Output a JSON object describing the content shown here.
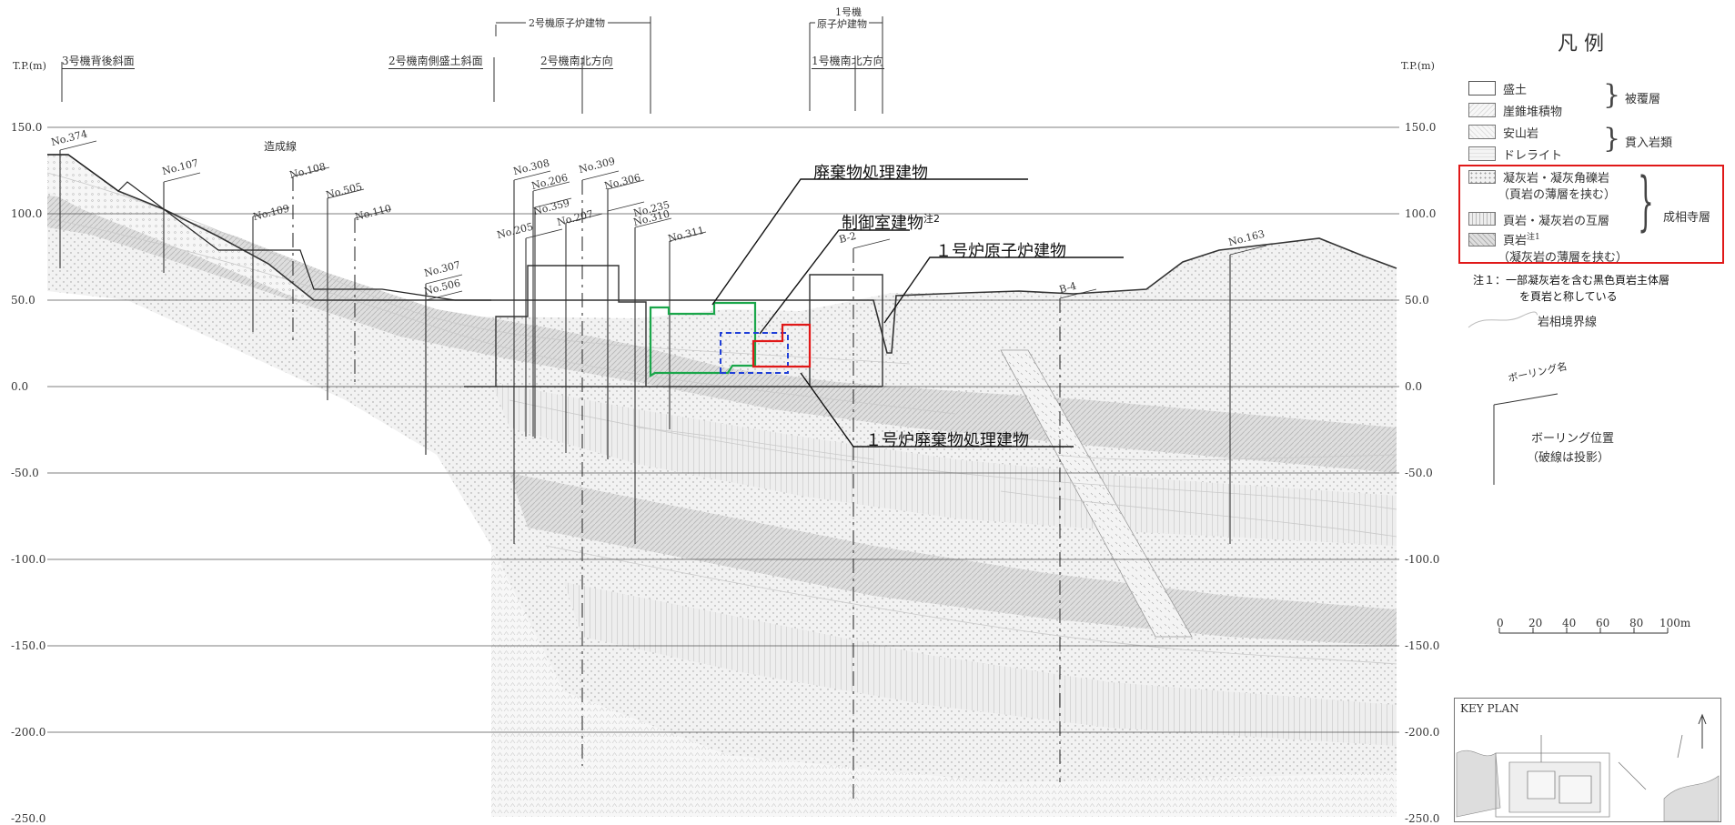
{
  "axis": {
    "unit_label": "T.P.(m)",
    "ticks": [
      {
        "value": 150,
        "label": "150.0"
      },
      {
        "value": 100,
        "label": "100.0"
      },
      {
        "value": 50,
        "label": "50.0"
      },
      {
        "value": 0,
        "label": "0.0"
      },
      {
        "value": -50,
        "label": "-50.0"
      },
      {
        "value": -100,
        "label": "-100.0"
      },
      {
        "value": -150,
        "label": "-150.0"
      },
      {
        "value": -200,
        "label": "-200.0"
      },
      {
        "value": -250,
        "label": "-250.0"
      }
    ]
  },
  "section_labels": {
    "unit3_slope": "3号機背後斜面",
    "unit2_south_fill_slope": "2号機南側盛土斜面",
    "unit2_reactor_building": "2号機原子炉建物",
    "unit2_ns": "2号機南北方向",
    "unit1_reactor_line1": "1号機",
    "unit1_reactor_line2": "原子炉建物",
    "unit1_ns": "1号機南北方向",
    "grading_line": "造成線"
  },
  "boreholes": [
    "No.374",
    "No.107",
    "No.108",
    "No.109",
    "No.505",
    "No.110",
    "No.307",
    "No.506",
    "No.308",
    "No.206",
    "No.309",
    "No.359",
    "No.306",
    "No.205",
    "No.207",
    "No.235",
    "No.310",
    "No.311",
    "B-2",
    "B-4",
    "No.163"
  ],
  "buildings": {
    "waste": {
      "label": "廃棄物処理建物",
      "color": "#1aa64a"
    },
    "control": {
      "label": "制御室建物",
      "note": "注2",
      "color": "#1f3fd8"
    },
    "unit1_reactor": {
      "label": "１号炉原子炉建物",
      "color": "#111111"
    },
    "unit1_waste": {
      "label": "１号炉廃棄物処理建物",
      "color": "#e01818"
    }
  },
  "legend": {
    "title": "凡 例",
    "cover_items": [
      "盛土",
      "崖錐堆積物"
    ],
    "cover_group": "被覆層",
    "intrusive_items": [
      "安山岩",
      "ドレライト"
    ],
    "intrusive_group": "貫入岩類",
    "formation_items": [
      {
        "l1": "凝灰岩・凝灰角礫岩",
        "l2": "（頁岩の薄層を挟む）"
      },
      {
        "l1": "頁岩・凝灰岩の互層",
        "l2": ""
      },
      {
        "l1": "頁岩",
        "sup": "注1",
        "l2": "（凝灰岩の薄層を挟む）"
      }
    ],
    "formation_group": "成相寺層",
    "note1_line1": "注１：一部凝灰岩を含む黒色頁岩主体層",
    "note1_line2": "を頁岩と称している",
    "boundary_label": "岩相境界線",
    "boring_name": "ボーリング名",
    "boring_pos_line1": "ボーリング位置",
    "boring_pos_line2": "（破線は投影）",
    "highlight_color": "#e01818"
  },
  "scale": {
    "labels": [
      "0",
      "20",
      "40",
      "60",
      "80",
      "100m"
    ]
  },
  "keyplan": {
    "title": "KEY PLAN"
  }
}
